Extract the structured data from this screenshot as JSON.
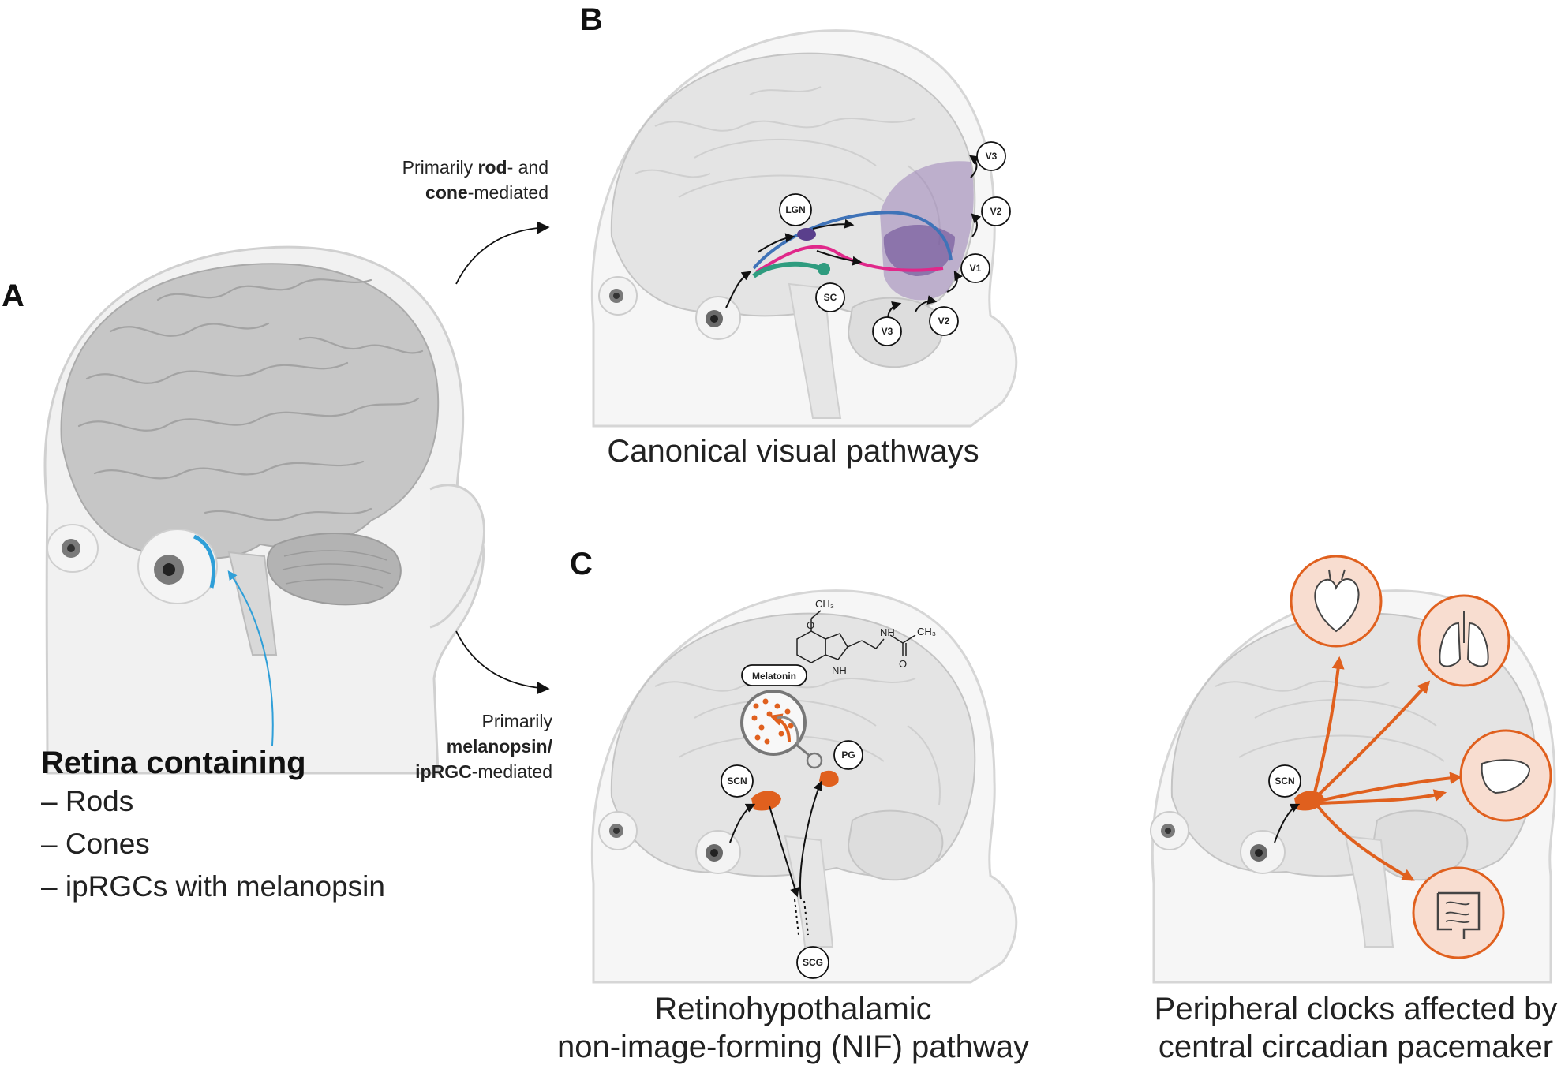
{
  "panels": {
    "a": {
      "letter": "A",
      "retina_title": "Retina containing",
      "retina_items": [
        "– Rods",
        "– Cones",
        "– ipRGCs with melanopsin"
      ]
    },
    "b": {
      "letter": "B",
      "route_line1_pre": "Primarily ",
      "route_line1_bold": "rod",
      "route_line1_post": "- and",
      "route_line2_bold": "cone",
      "route_line2_post": "-mediated",
      "caption": "Canonical visual pathways",
      "nodes": {
        "lgn": "LGN",
        "sc": "SC",
        "v1": "V1",
        "v2_upper": "V2",
        "v3_upper": "V3",
        "v2_lower": "V2",
        "v3_lower": "V3"
      }
    },
    "c": {
      "letter": "C",
      "route_line1": "Primarily",
      "route_line2_bold": "melanopsin/",
      "route_line3_bold": "ipRGC",
      "route_line3_post": "-mediated",
      "caption_line1": "Retinohypothalamic",
      "caption_line2": "non-image-forming (NIF) pathway",
      "nodes": {
        "melatonin": "Melatonin",
        "scn": "SCN",
        "pg": "PG",
        "scg": "SCG"
      },
      "chem": {
        "ch3_top": "CH₃",
        "ch3_right": "CH₃",
        "o": "O",
        "nh_upper": "NH",
        "nh_lower": "NH",
        "o_carbonyl": "O"
      }
    },
    "d": {
      "caption_line1": "Peripheral clocks affected by",
      "caption_line2": "central circadian pacemaker",
      "nodes": {
        "scn": "SCN"
      },
      "organs": [
        "heart-icon",
        "lungs-icon",
        "liver-icon",
        "intestines-icon"
      ]
    }
  },
  "colors": {
    "brain": "#c9c9c9",
    "head_outline": "#d2d2d2",
    "rod_cone_blue": "#3f73b8",
    "magenta": "#e0288a",
    "teal": "#2f9c7f",
    "visual_cortex": "#8d6fb0",
    "retina_blue": "#2f9fd8",
    "orange": "#e0601e",
    "organ_fill": "#f8ddd0"
  }
}
